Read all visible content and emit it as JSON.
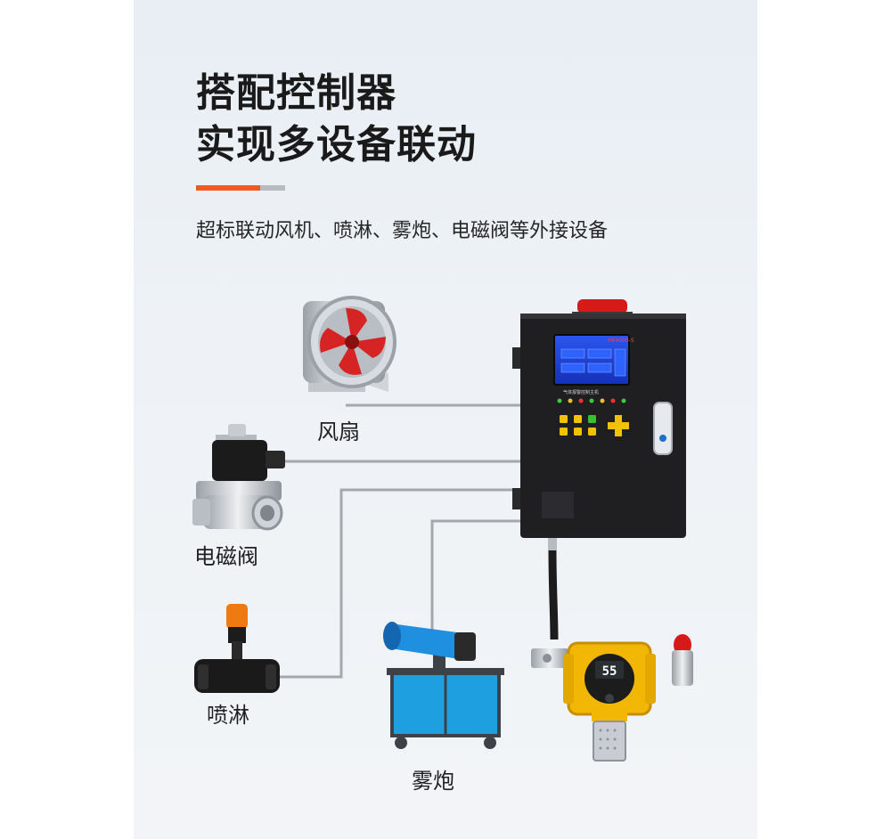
{
  "title": {
    "line1": "搭配控制器",
    "line2": "实现多设备联动"
  },
  "subtitle": "超标联动风机、喷淋、雾炮、电磁阀等外接设备",
  "devices": {
    "fan": "风扇",
    "solenoid_valve": "电磁阀",
    "sprinkler": "喷淋",
    "fog_cannon": "雾炮"
  },
  "controller": {
    "model": "HK4000-S",
    "panel_text": "气体报警控制主机",
    "detector_reading": "55"
  },
  "colors": {
    "accent": "#f15a22",
    "controller_body": "#1f1f22",
    "screen": "#1b3fd6",
    "wire": "#a4a8ad",
    "detector": "#f2b705"
  }
}
